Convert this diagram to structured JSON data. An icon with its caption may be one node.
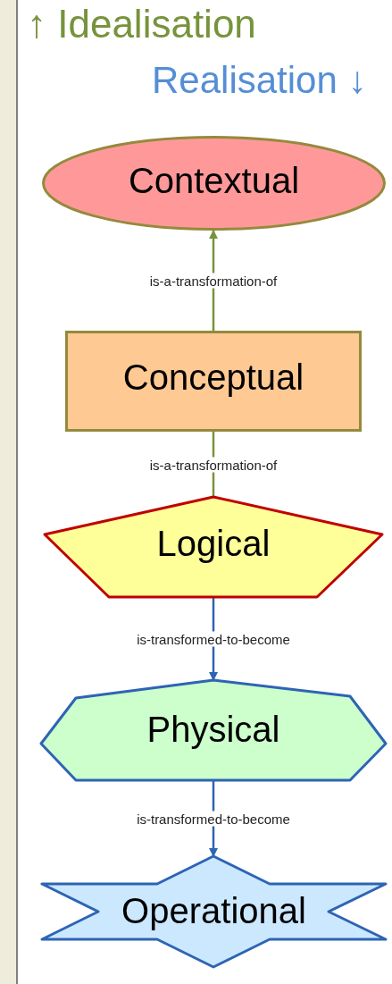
{
  "diagram": {
    "nodes": [
      {
        "text": [
          "Contextual"
        ]
      },
      {
        "text": [
          "Conceptual"
        ]
      },
      {
        "text": [
          "Logical"
        ]
      },
      {
        "text": [
          "Physical"
        ]
      },
      {
        "text": [
          "Operational"
        ]
      }
    ],
    "edges": [
      {
        "from": 1,
        "to": 0,
        "arrow": "to",
        "label": "is-a-transformation-of",
        "color": "#77933c"
      },
      {
        "from": 2,
        "to": 1,
        "arrow": "none",
        "label": "is-a-transformation-of",
        "color": "#77933c"
      },
      {
        "from": 2,
        "to": 3,
        "arrow": "to",
        "label": "is-transformed-to-become",
        "color": "#2e64b4"
      },
      {
        "from": 3,
        "to": 4,
        "arrow": "to",
        "label": "is-transformed-to-become",
        "color": "#2e64b4"
      }
    ],
    "labels": [
      "↑ Idealisation",
      "Realisation ↓"
    ]
  }
}
